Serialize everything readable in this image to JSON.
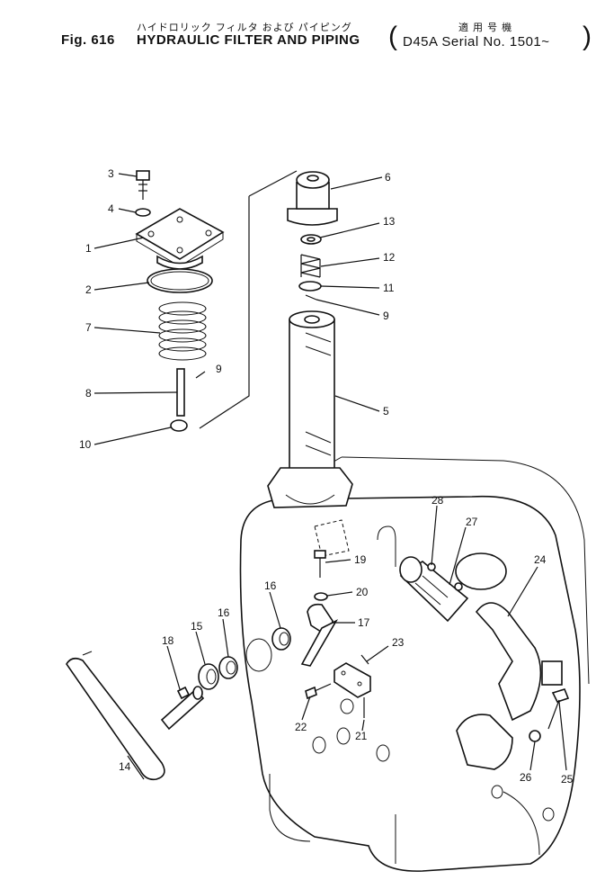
{
  "header": {
    "title_jp": "ハイドロリック フィルタ および パイピング",
    "fig_label": "Fig. 616",
    "title_en": "HYDRAULIC FILTER AND PIPING",
    "applic_jp": "適 用 号 機",
    "serial_text": "D45A Serial No. 1501~",
    "paren_open": "(",
    "paren_close": ")"
  },
  "callouts": [
    {
      "id": "c3",
      "text": "3"
    },
    {
      "id": "c4",
      "text": "4"
    },
    {
      "id": "c1",
      "text": "1"
    },
    {
      "id": "c2",
      "text": "2"
    },
    {
      "id": "c7",
      "text": "7"
    },
    {
      "id": "c9a",
      "text": "9"
    },
    {
      "id": "c8",
      "text": "8"
    },
    {
      "id": "c10",
      "text": "10"
    },
    {
      "id": "c6",
      "text": "6"
    },
    {
      "id": "c13",
      "text": "13"
    },
    {
      "id": "c12",
      "text": "12"
    },
    {
      "id": "c11",
      "text": "11"
    },
    {
      "id": "c9b",
      "text": "9"
    },
    {
      "id": "c5",
      "text": "5"
    },
    {
      "id": "c28",
      "text": "28"
    },
    {
      "id": "c27",
      "text": "27"
    },
    {
      "id": "c24",
      "text": "24"
    },
    {
      "id": "c19",
      "text": "19"
    },
    {
      "id": "c20",
      "text": "20"
    },
    {
      "id": "c16a",
      "text": "16"
    },
    {
      "id": "c17",
      "text": "17"
    },
    {
      "id": "c16b",
      "text": "16"
    },
    {
      "id": "c15",
      "text": "15"
    },
    {
      "id": "c18",
      "text": "18"
    },
    {
      "id": "c23",
      "text": "23"
    },
    {
      "id": "c14",
      "text": "14"
    },
    {
      "id": "c22",
      "text": "22"
    },
    {
      "id": "c21",
      "text": "21"
    },
    {
      "id": "c26",
      "text": "26"
    },
    {
      "id": "c25",
      "text": "25"
    }
  ]
}
